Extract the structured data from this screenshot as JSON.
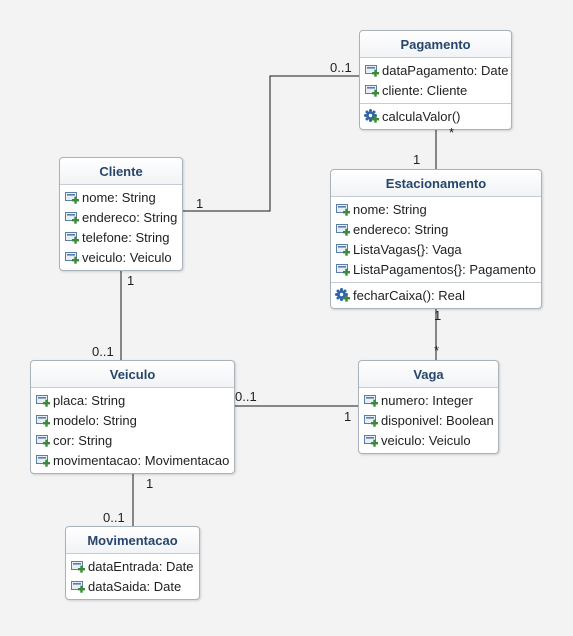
{
  "classes": [
    {
      "id": "pagamento",
      "name": "Pagamento",
      "attributes": [
        "dataPagamento: Date",
        "cliente: Cliente"
      ],
      "operations": [
        "calculaValor()"
      ]
    },
    {
      "id": "cliente",
      "name": "Cliente",
      "attributes": [
        "nome: String",
        "endereco: String",
        "telefone: String",
        "veiculo: Veiculo"
      ],
      "operations": []
    },
    {
      "id": "estacionamento",
      "name": "Estacionamento",
      "attributes": [
        "nome: String",
        "endereco: String",
        "ListaVagas{}: Vaga",
        "ListaPagamentos{}: Pagamento"
      ],
      "operations": [
        "fecharCaixa(): Real"
      ]
    },
    {
      "id": "veiculo",
      "name": "Veiculo",
      "attributes": [
        "placa: String",
        "modelo: String",
        "cor: String",
        "movimentacao: Movimentacao"
      ],
      "operations": []
    },
    {
      "id": "vaga",
      "name": "Vaga",
      "attributes": [
        "numero: Integer",
        "disponivel: Boolean",
        "veiculo: Veiculo"
      ],
      "operations": []
    },
    {
      "id": "movimentacao",
      "name": "Movimentacao",
      "attributes": [
        "dataEntrada: Date",
        "dataSaida: Date"
      ],
      "operations": []
    }
  ],
  "associations": [
    {
      "id": "cliente-pagamento",
      "from": "cliente",
      "to": "pagamento",
      "from_mult": "1",
      "to_mult": "0..1"
    },
    {
      "id": "pagamento-estacionamento",
      "from": "pagamento",
      "to": "estacionamento",
      "from_mult": "*",
      "to_mult": "1"
    },
    {
      "id": "cliente-veiculo",
      "from": "cliente",
      "to": "veiculo",
      "from_mult": "1",
      "to_mult": "0..1"
    },
    {
      "id": "estacionamento-vaga",
      "from": "estacionamento",
      "to": "vaga",
      "from_mult": "1",
      "to_mult": "*"
    },
    {
      "id": "veiculo-vaga",
      "from": "veiculo",
      "to": "vaga",
      "from_mult": "0..1",
      "to_mult": "1"
    },
    {
      "id": "veiculo-movimentacao",
      "from": "veiculo",
      "to": "movimentacao",
      "from_mult": "1",
      "to_mult": "0..1"
    }
  ],
  "icons": {
    "attribute": "attribute-icon",
    "operation": "operation-gear-icon"
  },
  "colors": {
    "class_title": "#27466b",
    "border": "#a9b3bd",
    "attr_icon": "#3a8a3a",
    "op_icon": "#2e64a8"
  }
}
